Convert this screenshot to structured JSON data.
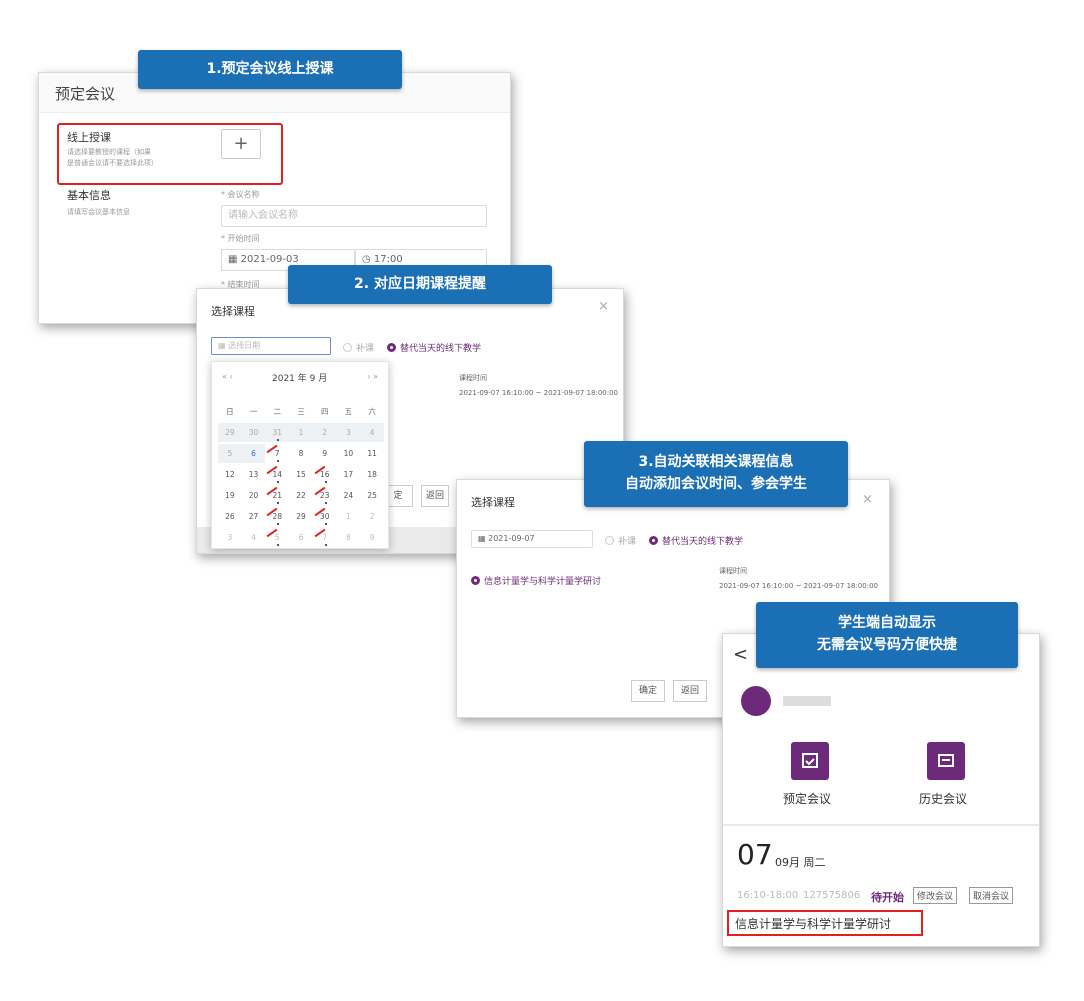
{
  "banners": {
    "b1": "1.预定会议线上授课",
    "b2": "2.  对应日期课程提醒",
    "b3_line1": "3.自动关联相关课程信息",
    "b3_line2": "自动添加会议时间、参会学生",
    "b4_line1": "学生端自动显示",
    "b4_line2": "无需会议号码方便快捷"
  },
  "panel1": {
    "title": "预定会议",
    "online_label": "线上授课",
    "online_hint": "请选择要教授的课程（如果是普通会议请不要选择此项）",
    "plus": "+",
    "basic_label": "基本信息",
    "basic_hint": "请填写会议基本信息",
    "name_label": "* 会议名称",
    "name_placeholder": "请输入会议名称",
    "start_label": "* 开始时间",
    "start_date": "2021-09-03",
    "start_time": "17:00",
    "end_label": "* 结束时间"
  },
  "panel2": {
    "title": "选择课程",
    "close": "×",
    "date_placeholder": "选择日期",
    "radio_makeup": "补课",
    "radio_replace": "替代当天的线下教学",
    "course_time_label": "课程时间",
    "course_time": "2021-09-07 16:10:00 ~ 2021-09-07 18:00:00",
    "btn_ok": "定",
    "btn_back": "返回",
    "calendar": {
      "nav_prev": "« ‹",
      "month": "2021 年  9 月",
      "nav_next": "› »",
      "weekdays": [
        "日",
        "一",
        "二",
        "三",
        "四",
        "五",
        "六"
      ],
      "rows": [
        [
          "29",
          "30",
          "31",
          "1",
          "2",
          "3",
          "4"
        ],
        [
          "5",
          "6",
          "7",
          "8",
          "9",
          "10",
          "11"
        ],
        [
          "12",
          "13",
          "14",
          "15",
          "16",
          "17",
          "18"
        ],
        [
          "19",
          "20",
          "21",
          "22",
          "23",
          "24",
          "25"
        ],
        [
          "26",
          "27",
          "28",
          "29",
          "30",
          "1",
          "2"
        ],
        [
          "3",
          "4",
          "5",
          "6",
          "7",
          "8",
          "9"
        ]
      ]
    }
  },
  "panel3": {
    "title": "选择课程",
    "close": "×",
    "date_value": "2021-09-07",
    "radio_makeup": "补课",
    "radio_replace": "替代当天的线下教学",
    "course_name": "信息计量学与科学计量学研讨",
    "course_time_label": "课程时间",
    "course_time": "2021-09-07 16:10:00 ~ 2021-09-07 18:00:00",
    "btn_ok": "确定",
    "btn_back": "返回"
  },
  "panel4": {
    "back": "<",
    "action_book": "预定会议",
    "action_history": "历史会议",
    "day": "07",
    "month_week": "09月 周二",
    "time_range": "16:10-18:00",
    "meeting_no": "127575806",
    "status": "待开始",
    "btn_modify": "修改会议",
    "btn_cancel": "取消会议",
    "course_name": "信息计量学与科学计量学研讨"
  },
  "colors": {
    "banner": "#1a6fb5",
    "accent_purple": "#6e2a7a",
    "highlight_red": "#e32020"
  }
}
